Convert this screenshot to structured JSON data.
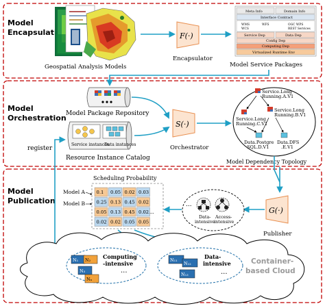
{
  "sections": {
    "encapsulation": [
      "Model",
      "Encapsulation"
    ],
    "orchestration": [
      "Model",
      "Orchestration"
    ],
    "publication": [
      "Model",
      "Publication"
    ]
  },
  "encapsulation": {
    "models_label": "Geospatial Analysis Models",
    "function": "F(·)",
    "function_name": "Encapsulator",
    "packages_label": "Model Service Packages",
    "package_layers": [
      "Meta Info",
      "Domain Info",
      "Interface Contract",
      "WMS",
      "WFS",
      "OGC WPS",
      "REST Services",
      "WCS",
      "Service Dep",
      "Data Dep",
      "Config Dep",
      "Computing Dep",
      "Virtualized Runtime Env"
    ]
  },
  "orchestration": {
    "repository_label": "Model Package Repository",
    "service_instances": "Service instances",
    "data_instances": "Data instances",
    "catalog_label": "Resource Instance Catalog",
    "function": "S(·)",
    "function_name": "Orchestrator",
    "register": "register",
    "topology_label": "Model Dependency Topology",
    "nodes": {
      "a": [
        "Service.Long",
        "Running.A.V1"
      ],
      "b": [
        "Service.Long",
        "Running.B.V1"
      ],
      "c": [
        "Service.Long",
        "Running.C.V1"
      ],
      "d": [
        "Data.Postgre",
        "SQL.D.V1"
      ],
      "e": [
        "Data.DFS",
        ".E.V1"
      ]
    }
  },
  "publication": {
    "probability_label": "Scheduling Probability",
    "model_a": "Model A",
    "model_b": "Model B",
    "matrix_rows": [
      [
        "0.1",
        "0.05",
        "0.02",
        "0.03"
      ],
      [
        "0.25",
        "0.13",
        "0.45",
        "0.02"
      ],
      [
        "0.05",
        "0.13",
        "0.45",
        "0.02"
      ],
      [
        "0.02",
        "0.02",
        "0.05",
        "0.05"
      ]
    ],
    "function": "G(·)",
    "function_name": "Publisher",
    "data_intensive": [
      "Data-",
      "intensive"
    ],
    "access_intensive": [
      "Access-",
      "intensive"
    ],
    "cloud_label": [
      "Container-",
      "based Cloud"
    ],
    "computing_intensive": [
      "Computing",
      "-intensive"
    ],
    "data_intensive_nodes": [
      "Data-",
      "intensive"
    ],
    "node_labels": [
      "N₁",
      "N₂",
      "N₃",
      "Nₙ",
      "N₁₁",
      "N₁₂",
      "N₁₃"
    ],
    "ellipsis": "..."
  },
  "colors": {
    "dashed_border": "#c00000",
    "arrow": "#1f9fc5",
    "trapezoid": "#fce4d0",
    "trapezoid_stroke": "#e88e4e",
    "cell_orange": "#f7c995",
    "cell_blue": "#bcd9f0"
  }
}
